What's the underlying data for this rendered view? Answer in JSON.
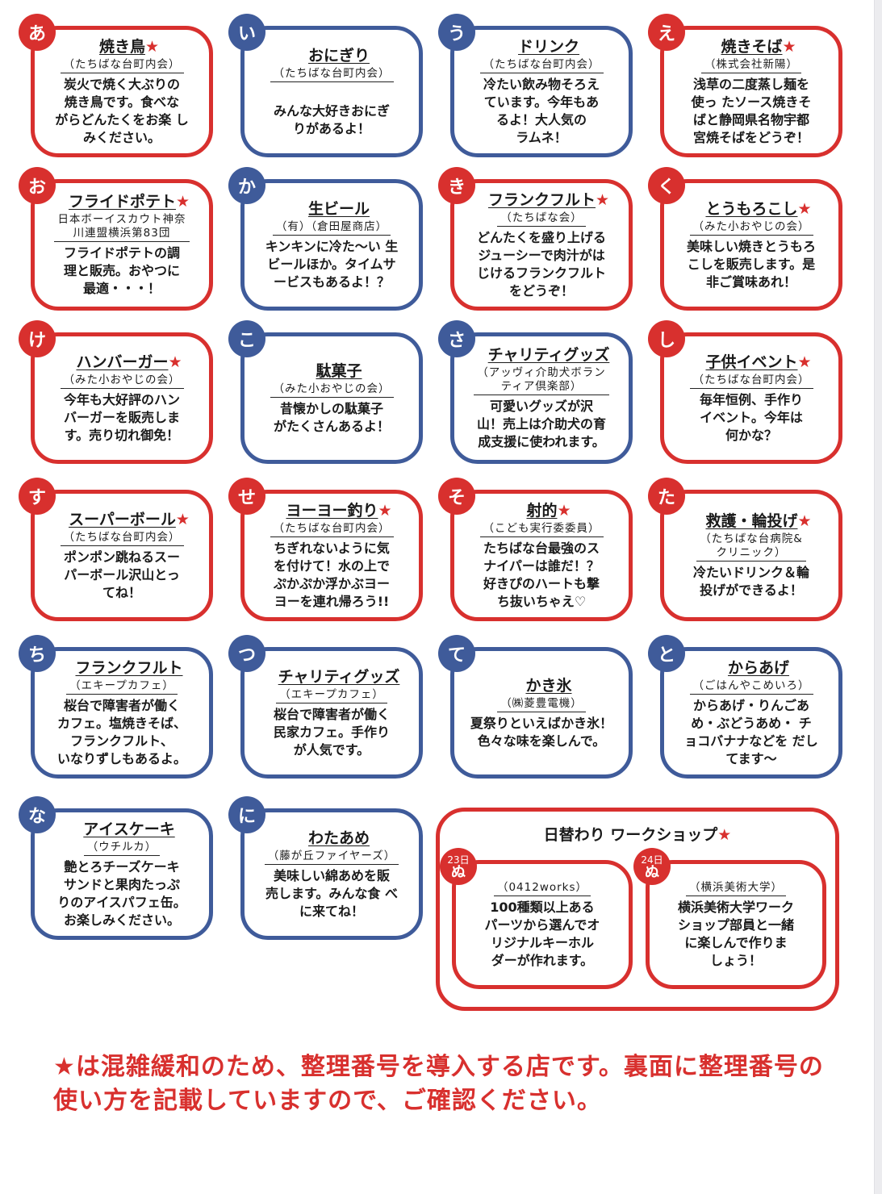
{
  "colors": {
    "red": "#d8302e",
    "blue": "#3f5b9a"
  },
  "cards": [
    {
      "badge": "あ",
      "title": "焼き鳥",
      "star": true,
      "org": "（たちばな台町内会）",
      "desc": "炭火で焼く大ぶりの\n焼き鳥です。食べな\nがらどんたくをお楽 し\nみください。",
      "color": "red"
    },
    {
      "badge": "い",
      "title": "おにぎり",
      "star": false,
      "org": "（たちばな台町内会）",
      "desc": "\nみんな大好きおにぎ\nりがあるよ！",
      "color": "blue"
    },
    {
      "badge": "う",
      "title": "ドリンク",
      "star": false,
      "org": "（たちばな台町内会）",
      "desc": "冷たい飲み物そろえ\nています。今年もあ\nるよ！大人気の\nラムネ！",
      "color": "blue"
    },
    {
      "badge": "え",
      "title": "焼きそば",
      "star": true,
      "org": "（株式会社新陽）",
      "desc": "浅草の二度蒸し麺を\n使っ たソース焼きそ\nばと静岡県名物宇都\n宮焼そばをどうぞ！",
      "color": "red"
    },
    {
      "badge": "お",
      "title": "フライドポテト",
      "star": true,
      "org": "日本ボーイスカウト神奈\n川連盟横浜第83団",
      "desc": "フライドポテトの調\n理と販売。おやつに\n最適・・・！",
      "color": "red"
    },
    {
      "badge": "か",
      "title": "生ビール",
      "star": false,
      "org": "（有）（倉田屋商店）",
      "desc": "キンキンに冷た～い 生\nビールほか。タイムサ\nービスもあるよ！？",
      "color": "blue"
    },
    {
      "badge": "き",
      "title": "フランクフルト",
      "star": true,
      "org": "（たちばな会）",
      "desc": "どんたくを盛り上げる\nジューシーで肉汁がは\nじけるフランクフルト\nをどうぞ！",
      "color": "red"
    },
    {
      "badge": "く",
      "title": "とうもろこし",
      "star": true,
      "org": "（みた小おやじの会）",
      "desc": "美味しい焼きとうもろ\nこしを販売します。是\n非ご賞味あれ！",
      "color": "red"
    },
    {
      "badge": "け",
      "title": "ハンバーガー",
      "star": true,
      "org": "（みた小おやじの会）",
      "desc": "今年も大好評のハン\nバーガーを販売しま\nす。売り切れ御免！",
      "color": "red"
    },
    {
      "badge": "こ",
      "title": "駄菓子",
      "star": false,
      "org": "（みた小おやじの会）",
      "desc": "昔懐かしの駄菓子\nがたくさんあるよ！",
      "color": "blue"
    },
    {
      "badge": "さ",
      "title": "チャリティグッズ",
      "star": false,
      "org": "（アッヴィ介助犬ボラン\nティア倶楽部）",
      "desc": "可愛いグッズが沢\n山！売上は介助犬の育\n成支援に使われます。",
      "color": "blue"
    },
    {
      "badge": "し",
      "title": "子供イベント",
      "star": true,
      "org": "（たちばな台町内会）",
      "desc": "毎年恒例、手作り\nイベント。今年は\n何かな？",
      "color": "red"
    },
    {
      "badge": "す",
      "title": "スーパーボール",
      "star": true,
      "org": "（たちばな台町内会）",
      "desc": "ポンポン跳ねるスー\nパーボール沢山とっ\nてね！",
      "color": "red"
    },
    {
      "badge": "せ",
      "title": "ヨーヨー釣り",
      "star": true,
      "org": "（たちばな台町内会）",
      "desc": "ちぎれないように気\nを付けて！水の上で\nぷかぷか浮かぶヨー\nヨーを連れ帰ろう!!",
      "color": "red"
    },
    {
      "badge": "そ",
      "title": "射的",
      "star": true,
      "org": "（こども実行委委員）",
      "desc": "たちばな台最強のス\nナイパーは誰だ！？\n好きぴのハートも撃\nち抜いちゃえ♡",
      "color": "red"
    },
    {
      "badge": "た",
      "title": "救護・輪投げ",
      "star": true,
      "org": "（たちばな台病院&\nクリニック）",
      "desc": "冷たいドリンク＆輪\n投げができるよ！",
      "color": "red"
    },
    {
      "badge": "ち",
      "title": "フランクフルト",
      "star": false,
      "org": "（エキープカフェ）",
      "desc": "桜台で障害者が働く\nカフェ。塩焼きそば、\nフランクフルト、\nいなりずしもあるよ。",
      "color": "blue"
    },
    {
      "badge": "つ",
      "title": "チャリティグッズ",
      "star": false,
      "org": "（エキープカフェ）",
      "desc": "桜台で障害者が働く\n民家カフェ。手作り\nが人気です。",
      "color": "blue"
    },
    {
      "badge": "て",
      "title": "かき氷",
      "star": false,
      "org": "（㈱菱豊電機）",
      "desc": "夏祭りといえばかき氷！\n色々な味を楽しんで。",
      "color": "blue"
    },
    {
      "badge": "と",
      "title": "からあげ",
      "star": false,
      "org": "（ごはんやこめいろ）",
      "desc": "からあげ・りんごあ\nめ・ぶどうあめ・ チ\nョコバナナなどを だし\nてます～",
      "color": "blue"
    },
    {
      "badge": "な",
      "title": "アイスケーキ",
      "star": false,
      "org": "（ウチルカ）",
      "desc": "艶とろチーズケーキ\nサンドと果肉たっぷ\nりのアイスパフェ缶。\nお楽しみください。",
      "color": "blue"
    },
    {
      "badge": "に",
      "title": "わたあめ",
      "star": false,
      "org": "（藤が丘ファイヤーズ）",
      "desc": "美味しい綿あめを販\n売します。みんな食 べ\nに来てね！",
      "color": "blue"
    }
  ],
  "workshop": {
    "title": "日替わり ワークショップ",
    "star": "★",
    "items": [
      {
        "day": "23日",
        "badge": "ぬ",
        "org": "（0412works）",
        "desc": "100種類以上ある\nパーツから選んでオ\nリジナルキーホル\nダーが作れます。"
      },
      {
        "day": "24日",
        "badge": "ぬ",
        "org": "（横浜美術大学）",
        "desc": "横浜美術大学ワーク\nショップ部員と一緒\nに楽しんで作りま\nしょう！"
      }
    ]
  },
  "footer": {
    "star": "★",
    "text": "は混雑緩和のため、整理番号を導入する店です。裏面に整理番号の使い方を記載していますので、ご確認ください。"
  }
}
